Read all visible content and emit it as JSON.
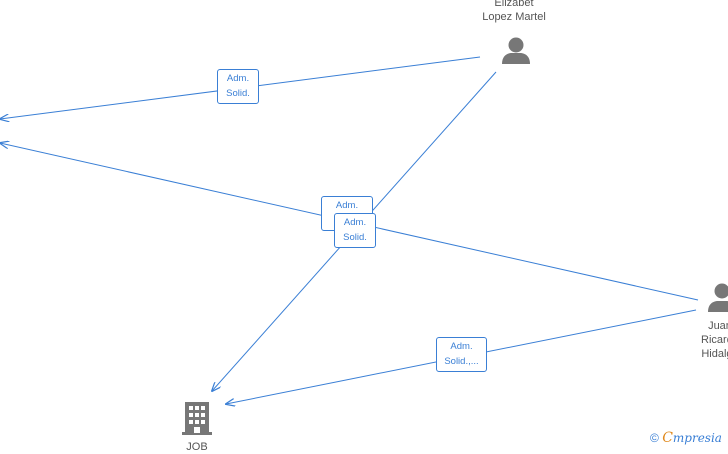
{
  "colors": {
    "edge": "#3a7fd5",
    "icon": "#777777",
    "label": "#555555",
    "brand_accent": "#e08a1e"
  },
  "nodes": {
    "elizabet": {
      "line1": "Elizabet",
      "line2": "Lopez Martel",
      "icon": "person-icon"
    },
    "juan": {
      "line1": "Juan",
      "line2": "Ricardo",
      "line3": "Hidalgo",
      "icon": "person-icon"
    },
    "job": {
      "line1": "JOB",
      "icon": "building-icon"
    }
  },
  "edges": [
    {
      "label_l1": "Adm.",
      "label_l2": "Solid."
    },
    {
      "label_l1": "Adm.",
      "label_l2": "Solid."
    },
    {
      "label_l1": "Adm.",
      "label_l2": "Solid."
    },
    {
      "label_l1": "Adm.",
      "label_l2": "Solid.,..."
    }
  ],
  "brand": {
    "copyright": "©",
    "first_letter": "C",
    "rest": "mpresia"
  }
}
